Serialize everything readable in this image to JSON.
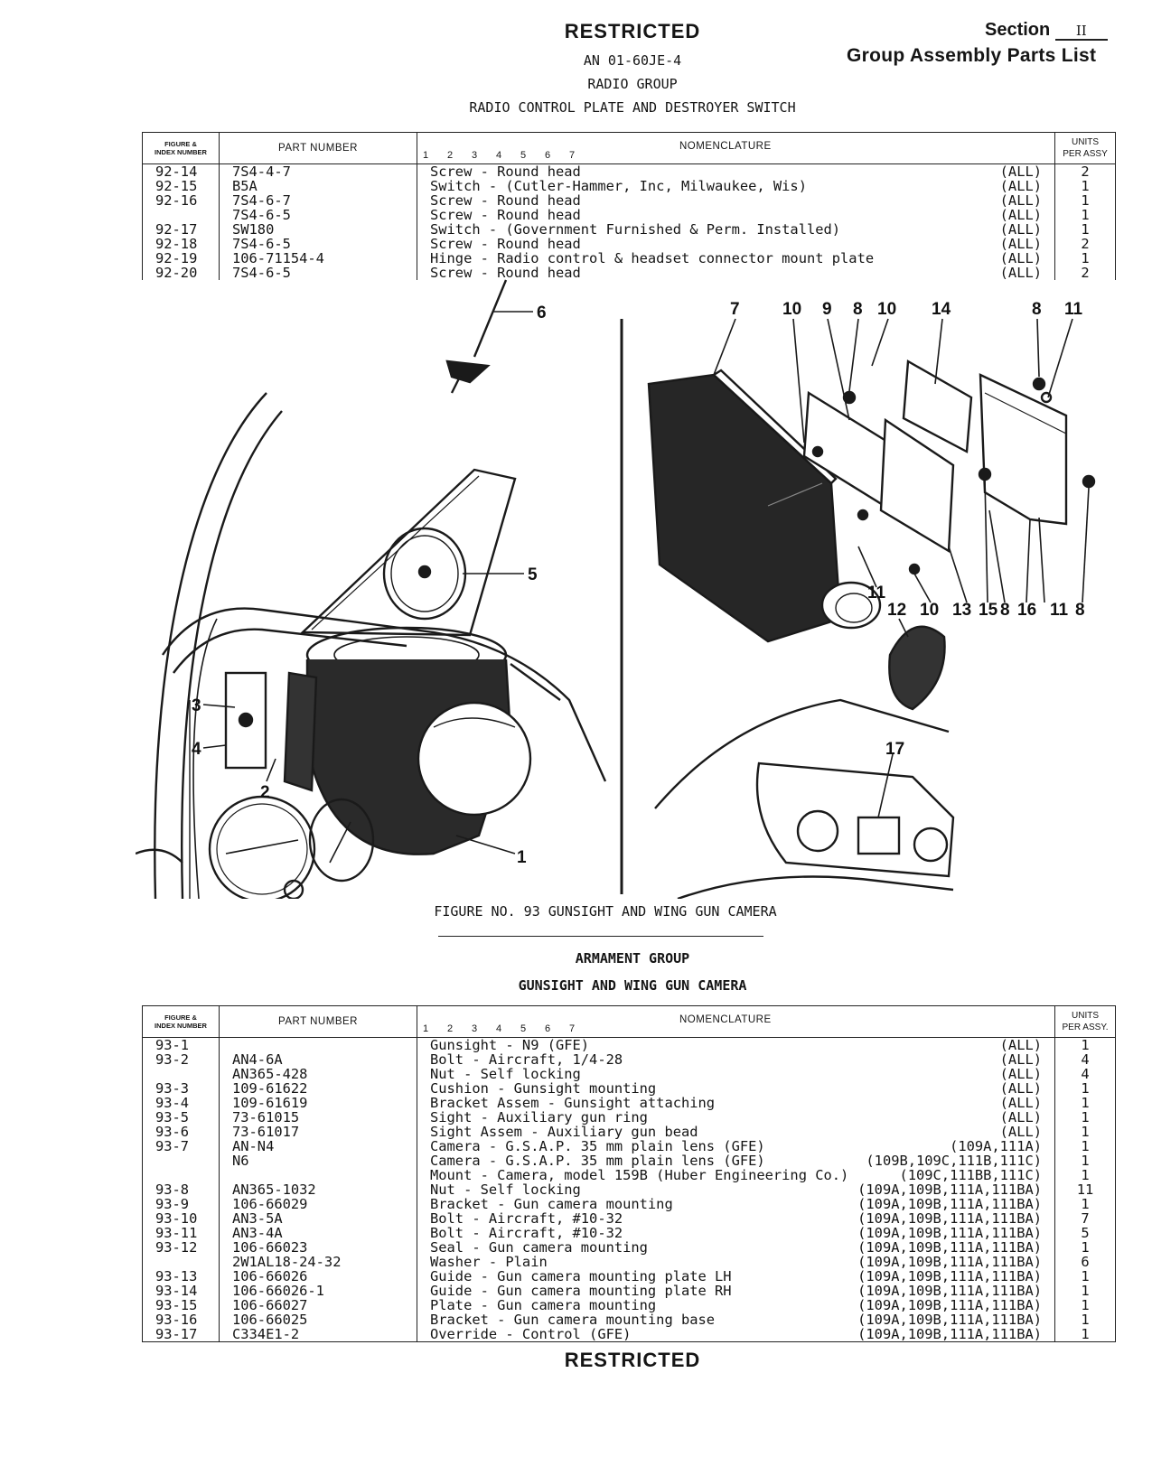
{
  "header": {
    "restricted": "RESTRICTED",
    "doc_number": "AN 01-60JE-4",
    "group": "RADIO GROUP",
    "title": "RADIO CONTROL PLATE AND DESTROYER SWITCH",
    "section_label": "Section",
    "section_number": "II",
    "section_subtitle": "Group Assembly Parts List"
  },
  "table_headers": {
    "figure_index_line1": "FIGURE &",
    "figure_index_line2": "INDEX NUMBER",
    "part_number": "PART NUMBER",
    "nomenclature": "NOMENCLATURE",
    "levels": [
      "1",
      "2",
      "3",
      "4",
      "5",
      "6",
      "7"
    ],
    "units_line1": "UNITS",
    "units_line2": "PER ASSY"
  },
  "radio_parts": [
    {
      "fig": "92-14",
      "pn": "7S4-4-7",
      "nomen": "Screw - Round head",
      "eff": "(ALL)",
      "units": "2"
    },
    {
      "fig": "92-15",
      "pn": "B5A",
      "nomen": "Switch - (Cutler-Hammer, Inc, Milwaukee, Wis)",
      "eff": "(ALL)",
      "units": "1"
    },
    {
      "fig": "92-16",
      "pn": "7S4-6-7",
      "nomen": "Screw - Round head",
      "eff": "(ALL)",
      "units": "1"
    },
    {
      "fig": "",
      "pn": "7S4-6-5",
      "nomen": "Screw - Round head",
      "eff": "(ALL)",
      "units": "1"
    },
    {
      "fig": "92-17",
      "pn": "SW180",
      "nomen": "Switch - (Government Furnished & Perm. Installed)",
      "eff": "(ALL)",
      "units": "1"
    },
    {
      "fig": "92-18",
      "pn": "7S4-6-5",
      "nomen": "Screw - Round head",
      "eff": "(ALL)",
      "units": "2"
    },
    {
      "fig": "92-19",
      "pn": "106-71154-4",
      "nomen": "Hinge - Radio control & headset connector mount plate",
      "eff": "(ALL)",
      "units": "1"
    },
    {
      "fig": "92-20",
      "pn": "7S4-6-5",
      "nomen": "Screw - Round head",
      "eff": "(ALL)",
      "units": "2"
    }
  ],
  "figure": {
    "caption": "FIGURE NO. 93  GUNSIGHT AND WING GUN CAMERA",
    "left_callouts": [
      "1",
      "2",
      "3",
      "4",
      "5",
      "6"
    ],
    "right_callouts": [
      "7",
      "10",
      "9",
      "8",
      "10",
      "14",
      "8",
      "11",
      "11",
      "12",
      "10",
      "13",
      "15",
      "8",
      "16",
      "11",
      "8",
      "17"
    ]
  },
  "armament": {
    "group": "ARMAMENT GROUP",
    "title": "GUNSIGHT AND WING GUN CAMERA",
    "units_line2": "PER ASSY.",
    "parts": [
      {
        "fig": "93-1",
        "pn": "",
        "nomen": "Gunsight - N9 (GFE)",
        "eff": "(ALL)",
        "units": "1"
      },
      {
        "fig": "93-2",
        "pn": "AN4-6A",
        "nomen": "Bolt - Aircraft, 1/4-28",
        "eff": "(ALL)",
        "units": "4"
      },
      {
        "fig": "",
        "pn": "AN365-428",
        "nomen": "Nut - Self locking",
        "eff": "(ALL)",
        "units": "4"
      },
      {
        "fig": "93-3",
        "pn": "109-61622",
        "nomen": "Cushion - Gunsight mounting",
        "eff": "(ALL)",
        "units": "1"
      },
      {
        "fig": "93-4",
        "pn": "109-61619",
        "nomen": "Bracket Assem - Gunsight attaching",
        "eff": "(ALL)",
        "units": "1"
      },
      {
        "fig": "93-5",
        "pn": "73-61015",
        "nomen": "Sight - Auxiliary gun ring",
        "eff": "(ALL)",
        "units": "1"
      },
      {
        "fig": "93-6",
        "pn": "73-61017",
        "nomen": "Sight Assem - Auxiliary gun bead",
        "eff": "(ALL)",
        "units": "1"
      },
      {
        "fig": "93-7",
        "pn": "AN-N4",
        "nomen": "Camera - G.S.A.P. 35 mm plain lens (GFE)",
        "eff": "(109A,111A)",
        "units": "1"
      },
      {
        "fig": "",
        "pn": "N6",
        "nomen": "Camera - G.S.A.P. 35 mm plain lens (GFE)",
        "eff": "(109B,109C,111B,111C)",
        "units": "1"
      },
      {
        "fig": "",
        "pn": "",
        "nomen": "Mount - Camera, model 159B (Huber Engineering Co.)",
        "eff": "(109C,111BB,111C)",
        "units": "1"
      },
      {
        "fig": "93-8",
        "pn": "AN365-1032",
        "nomen": "Nut - Self locking",
        "eff": "(109A,109B,111A,111BA)",
        "units": "11"
      },
      {
        "fig": "93-9",
        "pn": "106-66029",
        "nomen": "Bracket - Gun camera mounting",
        "eff": "(109A,109B,111A,111BA)",
        "units": "1"
      },
      {
        "fig": "93-10",
        "pn": "AN3-5A",
        "nomen": "Bolt - Aircraft, #10-32",
        "eff": "(109A,109B,111A,111BA)",
        "units": "7"
      },
      {
        "fig": "93-11",
        "pn": "AN3-4A",
        "nomen": "Bolt - Aircraft, #10-32",
        "eff": "(109A,109B,111A,111BA)",
        "units": "5"
      },
      {
        "fig": "93-12",
        "pn": "106-66023",
        "nomen": "Seal - Gun camera mounting",
        "eff": "(109A,109B,111A,111BA)",
        "units": "1"
      },
      {
        "fig": "",
        "pn": "2W1AL18-24-32",
        "nomen": "Washer - Plain",
        "eff": "(109A,109B,111A,111BA)",
        "units": "6"
      },
      {
        "fig": "93-13",
        "pn": "106-66026",
        "nomen": "Guide - Gun camera mounting plate LH",
        "eff": "(109A,109B,111A,111BA)",
        "units": "1"
      },
      {
        "fig": "93-14",
        "pn": "106-66026-1",
        "nomen": "Guide - Gun camera mounting plate RH",
        "eff": "(109A,109B,111A,111BA)",
        "units": "1"
      },
      {
        "fig": "93-15",
        "pn": "106-66027",
        "nomen": "Plate - Gun camera mounting",
        "eff": "(109A,109B,111A,111BA)",
        "units": "1"
      },
      {
        "fig": "93-16",
        "pn": "106-66025",
        "nomen": "Bracket - Gun camera mounting base",
        "eff": "(109A,109B,111A,111BA)",
        "units": "1"
      },
      {
        "fig": "93-17",
        "pn": "C334E1-2",
        "nomen": "Override - Control (GFE)",
        "eff": "(109A,109B,111A,111BA)",
        "units": "1"
      }
    ]
  },
  "footer": {
    "restricted": "RESTRICTED"
  }
}
